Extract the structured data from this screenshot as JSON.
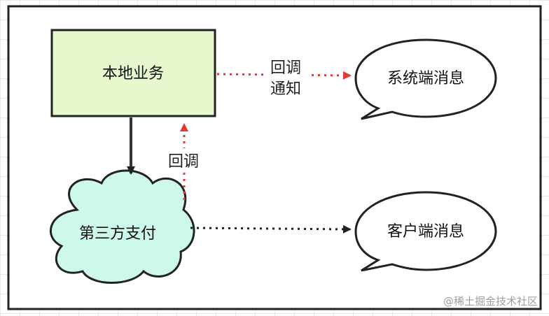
{
  "nodes": {
    "local_business": "本地业务",
    "third_party_payment": "第三方支付",
    "system_message": "系统端消息",
    "client_message": "客户端消息"
  },
  "edges": {
    "callback_notify_line1": "回调",
    "callback_notify_line2": "通知",
    "callback": "回调"
  },
  "watermark": "@稀土掘金技术社区",
  "colors": {
    "frame": "#222222",
    "local_business_fill": "#e6f9cc",
    "cloud_fill": "#cdf9e8",
    "callback_arrow": "#e53935",
    "solid_arrow": "#333333"
  }
}
